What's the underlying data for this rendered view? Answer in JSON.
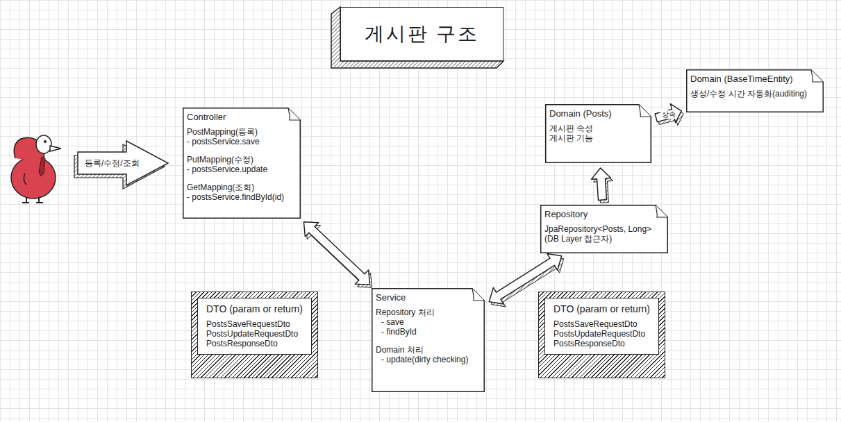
{
  "diagram": {
    "title": "게시판 구조",
    "nodes": [
      {
        "text": [
          "등록/수정/조회"
        ]
      },
      {
        "text": [
          "Controller",
          "PostMapping(등록)",
          "- postsService.save",
          "PutMapping(수정)",
          "- postsService.update",
          "GetMapping(조회)",
          "- postsService.findById(id)"
        ]
      },
      {
        "text": [
          "DTO (param or return)",
          "PostsSaveRequestDto",
          "PostsUpdateRequestDto",
          "PostsResponseDto"
        ]
      },
      {
        "text": [
          "Service",
          "Repository 처리",
          "- save",
          "- findById",
          "Domain 처리",
          "- update(dirty checking)"
        ]
      },
      {
        "text": [
          "Repository",
          "JpaRepository<Posts, Long>",
          "(DB Layer 접근자)"
        ]
      },
      {
        "text": [
          "Domain (Posts)",
          "게시판 속성",
          "게시판 기능"
        ]
      },
      {
        "text": [
          "Domain (BaseTimeEntity)",
          "생성/수정 시간 자동화(auditing)"
        ]
      },
      {
        "text": [
          "DTO (param or return)",
          "PostsSaveRequestDto",
          "PostsUpdateRequestDto",
          "PostsResponseDto"
        ]
      }
    ],
    "edges": [
      {
        "from": 1,
        "to": 3,
        "arrow": "both"
      },
      {
        "from": 3,
        "to": 4,
        "arrow": "both"
      },
      {
        "from": 4,
        "to": 5,
        "arrow": "to"
      },
      {
        "from": 5,
        "to": 6,
        "label": "상속",
        "arrow": "to"
      }
    ]
  }
}
